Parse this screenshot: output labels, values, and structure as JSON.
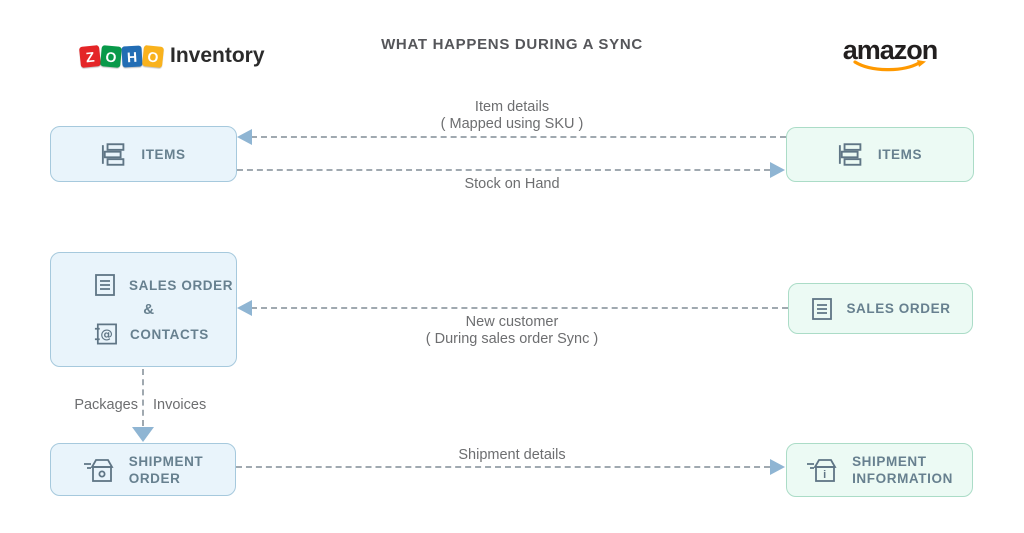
{
  "title": "WHAT HAPPENS DURING A SYNC",
  "zoho_logo": {
    "tiles": [
      {
        "letter": "Z",
        "color": "#e42527"
      },
      {
        "letter": "O",
        "color": "#089949"
      },
      {
        "letter": "H",
        "color": "#226db4"
      },
      {
        "letter": "O",
        "color": "#f9b21d"
      }
    ],
    "product": "Inventory"
  },
  "amazon_logo": {
    "text": "amazon",
    "smile_color": "#ff9900"
  },
  "zoho_column": {
    "items": {
      "label": "ITEMS",
      "icon": "stacked-items-icon"
    },
    "sales_contacts": {
      "line1": "SALES ORDER",
      "separator": "&",
      "line2": "CONTACTS",
      "icons": [
        "document-icon",
        "address-book-icon"
      ]
    },
    "shipment": {
      "line1": "SHIPMENT",
      "line2": "ORDER",
      "icon": "shipping-box-icon"
    }
  },
  "amazon_column": {
    "items": {
      "label": "ITEMS",
      "icon": "stacked-items-icon"
    },
    "sales_order": {
      "label": "SALES ORDER",
      "icon": "document-icon"
    },
    "shipment": {
      "line1": "SHIPMENT",
      "line2": "INFORMATION",
      "icon": "shipping-box-info-icon"
    }
  },
  "flows": [
    {
      "line1": "Item details",
      "line2": "( Mapped using SKU )",
      "direction": "amazon-to-zoho"
    },
    {
      "line1": "Stock on Hand",
      "direction": "zoho-to-amazon"
    },
    {
      "line1": "New customer",
      "line2": "( During sales order Sync )",
      "direction": "amazon-to-zoho"
    },
    {
      "line1": "Shipment details",
      "direction": "zoho-to-amazon"
    }
  ],
  "internal_flow": {
    "left_label": "Packages",
    "right_label": "Invoices",
    "direction": "down"
  },
  "colors": {
    "zoho_box_fill": "#e9f4fb",
    "zoho_box_border": "#a6c9dd",
    "amazon_box_fill": "#ecfaf4",
    "amazon_box_border": "#abdcc7",
    "dash_line": "#a0a9b0",
    "arrowhead": "#8fb5d3",
    "box_text": "#67808f",
    "label_text": "#6d6e70",
    "title_text": "#55565a"
  }
}
